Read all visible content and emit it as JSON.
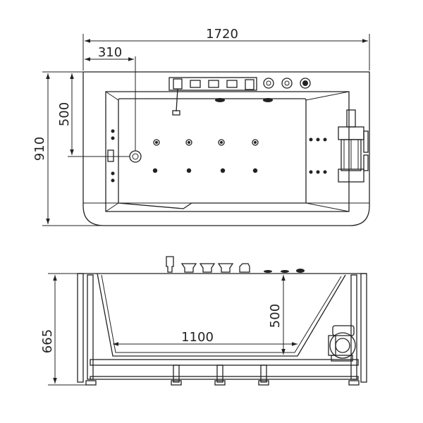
{
  "plan_view": {
    "overall_length": "1720",
    "drain_offset": "310",
    "drain_to_front": "500",
    "overall_width": "910"
  },
  "side_view": {
    "overall_height": "665",
    "inner_depth": "500",
    "inner_bottom_length": "1100"
  },
  "colors": {
    "line": "#222222",
    "background": "#ffffff"
  }
}
